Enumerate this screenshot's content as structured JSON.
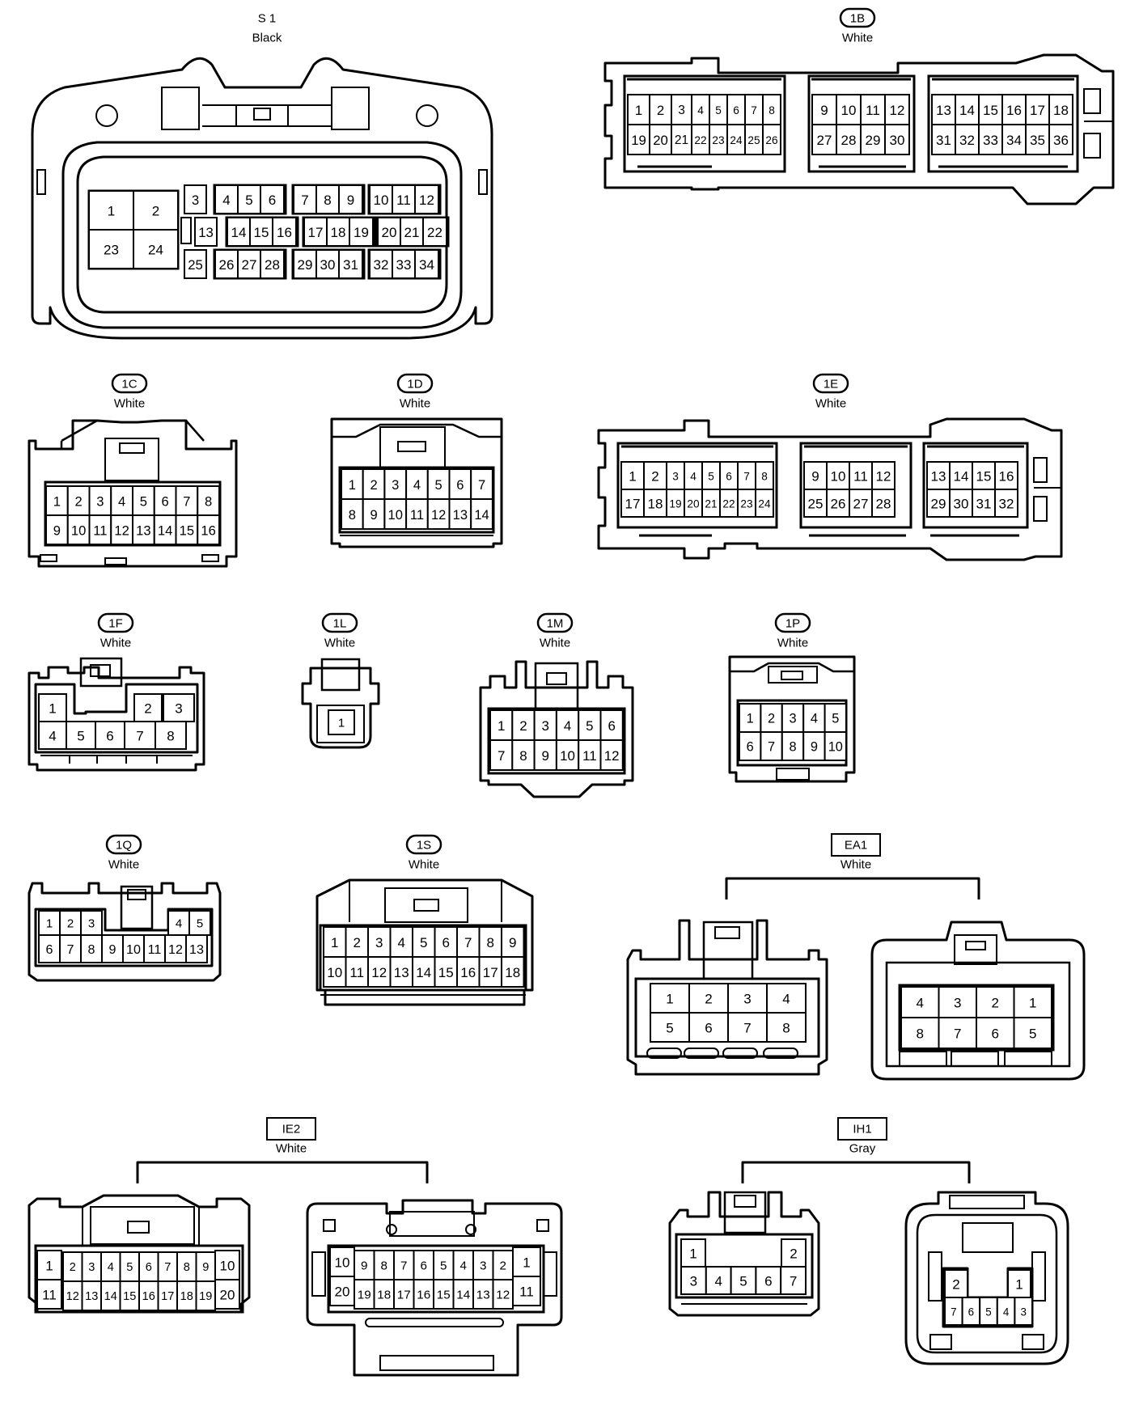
{
  "connectors": [
    {
      "id": "s1",
      "code": "S 1",
      "color": "Black",
      "code_style": "plain",
      "parts": [
        {
          "rows": [
            [
              "1",
              "2",
              "3",
              "4",
              "5",
              "6",
              "7",
              "8",
              "9",
              "10",
              "11",
              "12"
            ],
            [
              "23",
              "24",
              "13",
              "14",
              "15",
              "16",
              "17",
              "18",
              "19",
              "20",
              "21",
              "22"
            ],
            [
              "25",
              "26",
              "27",
              "28",
              "29",
              "30",
              "31",
              "32",
              "33",
              "34"
            ]
          ]
        }
      ]
    },
    {
      "id": "1b",
      "code": "1B",
      "color": "White",
      "code_style": "pill",
      "parts": [
        {
          "rows": [
            [
              "1",
              "2",
              "3",
              "4",
              "5",
              "6",
              "7",
              "8",
              "9",
              "10",
              "11",
              "12",
              "13",
              "14",
              "15",
              "16",
              "17",
              "18"
            ],
            [
              "19",
              "20",
              "21",
              "22",
              "23",
              "24",
              "25",
              "26",
              "27",
              "28",
              "29",
              "30",
              "31",
              "32",
              "33",
              "34",
              "35",
              "36"
            ]
          ]
        }
      ]
    },
    {
      "id": "1c",
      "code": "1C",
      "color": "White",
      "code_style": "pill",
      "parts": [
        {
          "rows": [
            [
              "1",
              "2",
              "3",
              "4",
              "5",
              "6",
              "7",
              "8"
            ],
            [
              "9",
              "10",
              "11",
              "12",
              "13",
              "14",
              "15",
              "16"
            ]
          ]
        }
      ]
    },
    {
      "id": "1d",
      "code": "1D",
      "color": "White",
      "code_style": "pill",
      "parts": [
        {
          "rows": [
            [
              "1",
              "2",
              "3",
              "4",
              "5",
              "6",
              "7"
            ],
            [
              "8",
              "9",
              "10",
              "11",
              "12",
              "13",
              "14"
            ]
          ]
        }
      ]
    },
    {
      "id": "1e",
      "code": "1E",
      "color": "White",
      "code_style": "pill",
      "parts": [
        {
          "rows": [
            [
              "1",
              "2",
              "3",
              "4",
              "5",
              "6",
              "7",
              "8",
              "9",
              "10",
              "11",
              "12",
              "13",
              "14",
              "15",
              "16"
            ],
            [
              "17",
              "18",
              "19",
              "20",
              "21",
              "22",
              "23",
              "24",
              "25",
              "26",
              "27",
              "28",
              "29",
              "30",
              "31",
              "32"
            ]
          ]
        }
      ]
    },
    {
      "id": "1f",
      "code": "1F",
      "color": "White",
      "code_style": "pill",
      "parts": [
        {
          "rows": [
            [
              "1",
              "2",
              "3"
            ],
            [
              "4",
              "5",
              "6",
              "7",
              "8"
            ]
          ]
        }
      ]
    },
    {
      "id": "1l",
      "code": "1L",
      "color": "White",
      "code_style": "pill",
      "parts": [
        {
          "rows": [
            [
              "1"
            ]
          ]
        }
      ]
    },
    {
      "id": "1m",
      "code": "1M",
      "color": "White",
      "code_style": "pill",
      "parts": [
        {
          "rows": [
            [
              "1",
              "2",
              "3",
              "4",
              "5",
              "6"
            ],
            [
              "7",
              "8",
              "9",
              "10",
              "11",
              "12"
            ]
          ]
        }
      ]
    },
    {
      "id": "1p",
      "code": "1P",
      "color": "White",
      "code_style": "pill",
      "parts": [
        {
          "rows": [
            [
              "1",
              "2",
              "3",
              "4",
              "5"
            ],
            [
              "6",
              "7",
              "8",
              "9",
              "10"
            ]
          ]
        }
      ]
    },
    {
      "id": "1q",
      "code": "1Q",
      "color": "White",
      "code_style": "pill",
      "parts": [
        {
          "rows": [
            [
              "1",
              "2",
              "3",
              "4",
              "5"
            ],
            [
              "6",
              "7",
              "8",
              "9",
              "10",
              "11",
              "12",
              "13"
            ]
          ]
        }
      ]
    },
    {
      "id": "1s",
      "code": "1S",
      "color": "White",
      "code_style": "pill",
      "parts": [
        {
          "rows": [
            [
              "1",
              "2",
              "3",
              "4",
              "5",
              "6",
              "7",
              "8",
              "9"
            ],
            [
              "10",
              "11",
              "12",
              "13",
              "14",
              "15",
              "16",
              "17",
              "18"
            ]
          ]
        }
      ]
    },
    {
      "id": "ea1",
      "code": "EA1",
      "color": "White",
      "code_style": "box",
      "parts": [
        {
          "rows": [
            [
              "1",
              "2",
              "3",
              "4"
            ],
            [
              "5",
              "6",
              "7",
              "8"
            ]
          ]
        },
        {
          "rows": [
            [
              "4",
              "3",
              "2",
              "1"
            ],
            [
              "8",
              "7",
              "6",
              "5"
            ]
          ]
        }
      ]
    },
    {
      "id": "ie2",
      "code": "IE2",
      "color": "White",
      "code_style": "box",
      "parts": [
        {
          "rows": [
            [
              "1",
              "2",
              "3",
              "4",
              "5",
              "6",
              "7",
              "8",
              "9",
              "10"
            ],
            [
              "11",
              "12",
              "13",
              "14",
              "15",
              "16",
              "17",
              "18",
              "19",
              "20"
            ]
          ]
        },
        {
          "rows": [
            [
              "10",
              "9",
              "8",
              "7",
              "6",
              "5",
              "4",
              "3",
              "2",
              "1"
            ],
            [
              "20",
              "19",
              "18",
              "17",
              "16",
              "15",
              "14",
              "13",
              "12",
              "11"
            ]
          ]
        }
      ]
    },
    {
      "id": "ih1",
      "code": "IH1",
      "color": "Gray",
      "code_style": "box",
      "parts": [
        {
          "rows": [
            [
              "1",
              "2"
            ],
            [
              "3",
              "4",
              "5",
              "6",
              "7"
            ]
          ]
        },
        {
          "rows": [
            [
              "2",
              "1"
            ],
            [
              "7",
              "6",
              "5",
              "4",
              "3"
            ]
          ]
        }
      ]
    }
  ]
}
